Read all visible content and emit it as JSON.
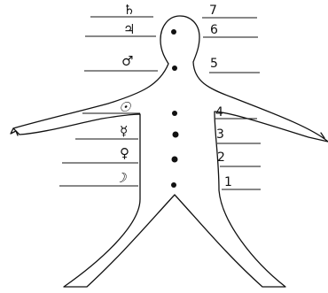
{
  "figure": {
    "left_labels": [
      {
        "id": "saturn",
        "text": "♄"
      },
      {
        "id": "jupiter",
        "text": "♃"
      },
      {
        "id": "mars",
        "text": "♂"
      },
      {
        "id": "sun",
        "text": "☉"
      },
      {
        "id": "mercury",
        "text": "☿"
      },
      {
        "id": "venus",
        "text": "♀"
      },
      {
        "id": "moon",
        "text": "☽"
      }
    ],
    "right_labels": [
      {
        "id": "n7",
        "text": "7"
      },
      {
        "id": "n6",
        "text": "6"
      },
      {
        "id": "n5",
        "text": "5"
      },
      {
        "id": "n4",
        "text": "4"
      },
      {
        "id": "n3",
        "text": "3"
      },
      {
        "id": "n2",
        "text": "2"
      },
      {
        "id": "n1",
        "text": "1"
      }
    ]
  }
}
